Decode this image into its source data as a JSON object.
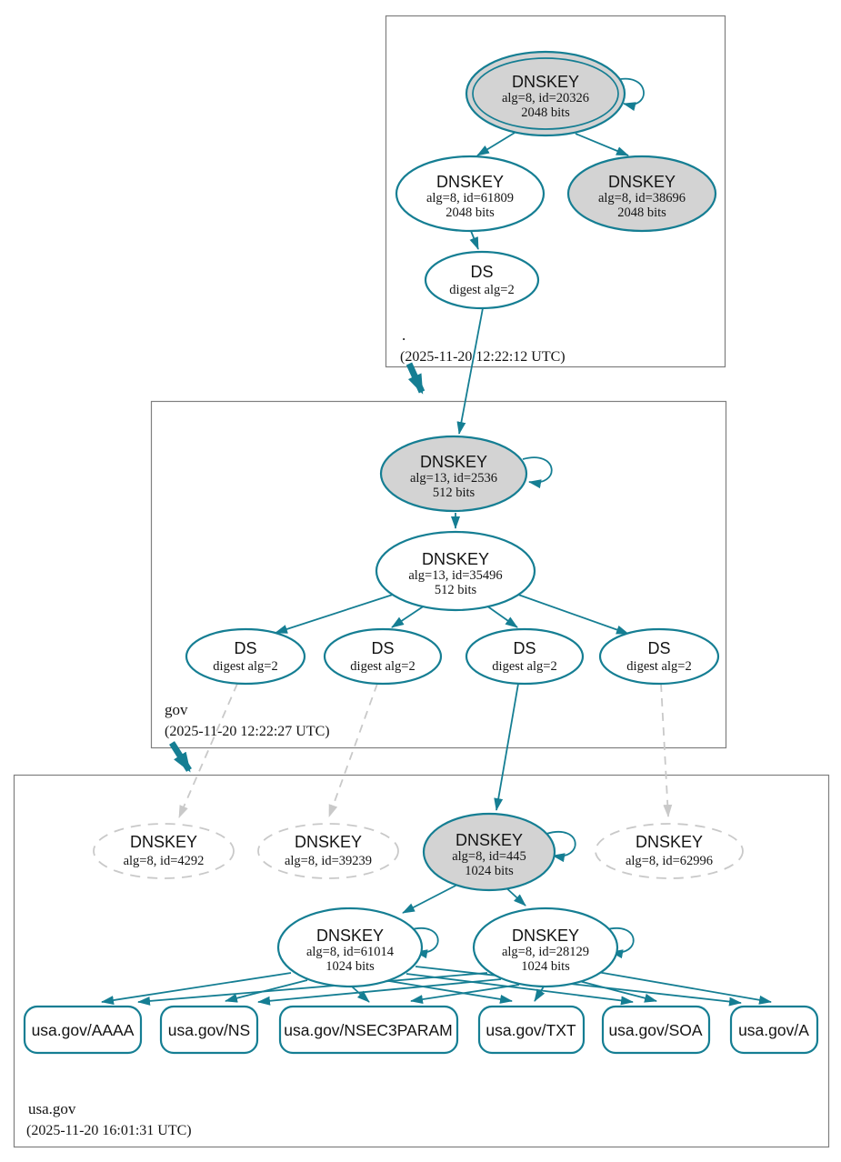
{
  "colors": {
    "accent_teal": "#157e93",
    "node_gray_fill": "#d3d3d3",
    "insecure_gray": "#c9c9c9",
    "zone_box_border": "#7f7f7f"
  },
  "zones": {
    "root": {
      "label": ".",
      "timestamp": "(2025-11-20 12:22:12 UTC)",
      "nodes": {
        "ksk": {
          "title": "DNSKEY",
          "alg": "alg=8, id=20326",
          "bits": "2048 bits"
        },
        "zsk": {
          "title": "DNSKEY",
          "alg": "alg=8, id=61809",
          "bits": "2048 bits"
        },
        "key38696": {
          "title": "DNSKEY",
          "alg": "alg=8, id=38696",
          "bits": "2048 bits"
        },
        "ds": {
          "title": "DS",
          "detail": "digest alg=2"
        }
      }
    },
    "gov": {
      "label": "gov",
      "timestamp": "(2025-11-20 12:22:27 UTC)",
      "nodes": {
        "ksk": {
          "title": "DNSKEY",
          "alg": "alg=13, id=2536",
          "bits": "512 bits"
        },
        "zsk": {
          "title": "DNSKEY",
          "alg": "alg=13, id=35496",
          "bits": "512 bits"
        },
        "ds1": {
          "title": "DS",
          "detail": "digest alg=2"
        },
        "ds2": {
          "title": "DS",
          "detail": "digest alg=2"
        },
        "ds3": {
          "title": "DS",
          "detail": "digest alg=2"
        },
        "ds4": {
          "title": "DS",
          "detail": "digest alg=2"
        }
      }
    },
    "usa_gov": {
      "label": "usa.gov",
      "timestamp": "(2025-11-20 16:01:31 UTC)",
      "nodes": {
        "key4292": {
          "title": "DNSKEY",
          "alg": "alg=8, id=4292"
        },
        "key39239": {
          "title": "DNSKEY",
          "alg": "alg=8, id=39239"
        },
        "ksk445": {
          "title": "DNSKEY",
          "alg": "alg=8, id=445",
          "bits": "1024 bits"
        },
        "key62996": {
          "title": "DNSKEY",
          "alg": "alg=8, id=62996"
        },
        "zsk61014": {
          "title": "DNSKEY",
          "alg": "alg=8, id=61014",
          "bits": "1024 bits"
        },
        "zsk28129": {
          "title": "DNSKEY",
          "alg": "alg=8, id=28129",
          "bits": "1024 bits"
        }
      },
      "rrsets": [
        {
          "label": "usa.gov/AAAA"
        },
        {
          "label": "usa.gov/NS"
        },
        {
          "label": "usa.gov/NSEC3PARAM"
        },
        {
          "label": "usa.gov/TXT"
        },
        {
          "label": "usa.gov/SOA"
        },
        {
          "label": "usa.gov/A"
        }
      ]
    }
  }
}
